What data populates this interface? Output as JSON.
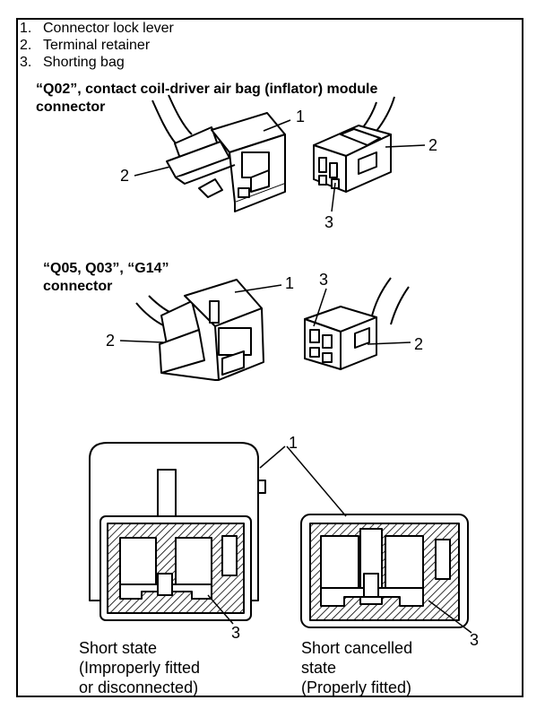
{
  "legend": {
    "items": [
      {
        "num": "1.",
        "label": "Connector lock lever"
      },
      {
        "num": "2.",
        "label": "Terminal retainer"
      },
      {
        "num": "3.",
        "label": "Shorting bag"
      }
    ]
  },
  "section1": {
    "title_line1": "“Q02”, contact coil-driver air bag (inflator) module",
    "title_line2": "connector"
  },
  "section2": {
    "title_line1": "“Q05, Q03”, “G14”",
    "title_line2": "connector"
  },
  "section3": {
    "left_caption": [
      "Short state",
      "(Improperly fitted",
      "or disconnected)"
    ],
    "right_caption": [
      "Short cancelled",
      "state",
      "(Properly fitted)"
    ]
  },
  "callouts": {
    "one": "1",
    "two": "2",
    "three": "3"
  }
}
